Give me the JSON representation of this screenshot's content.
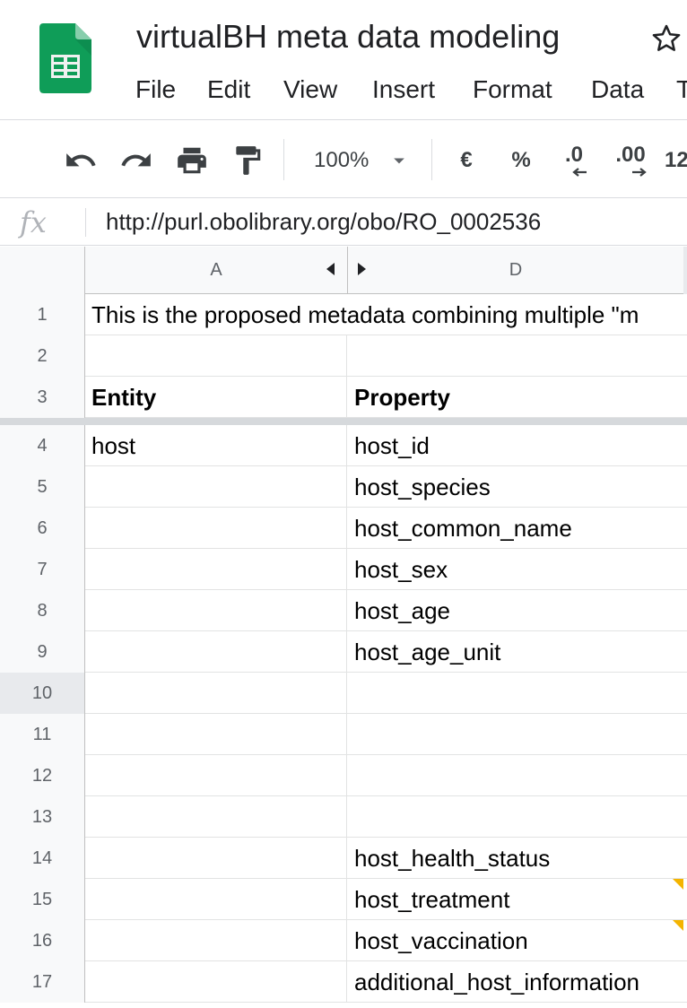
{
  "document": {
    "title": "virtualBH meta data modeling"
  },
  "menu": {
    "items": [
      "File",
      "Edit",
      "View",
      "Insert",
      "Format",
      "Data",
      "T"
    ]
  },
  "toolbar": {
    "zoom": "100%",
    "currency": "€",
    "percent": "%",
    "decrease_decimals": ".0",
    "increase_decimals": ".00",
    "more_formats": "12"
  },
  "formula_bar": {
    "icon": "fx",
    "value": "http://purl.obolibrary.org/obo/RO_0002536"
  },
  "grid": {
    "columns": [
      "A",
      "D"
    ],
    "rows": [
      {
        "num": "1",
        "merged": "This is the proposed metadata combining multiple \"m"
      },
      {
        "num": "2",
        "a": "",
        "d": ""
      },
      {
        "num": "3",
        "a": "Entity",
        "d": "Property"
      },
      {
        "num": "4",
        "a": "host",
        "d": "host_id"
      },
      {
        "num": "5",
        "a": "",
        "d": "host_species"
      },
      {
        "num": "6",
        "a": "",
        "d": "host_common_name"
      },
      {
        "num": "7",
        "a": "",
        "d": "host_sex"
      },
      {
        "num": "8",
        "a": "",
        "d": "host_age"
      },
      {
        "num": "9",
        "a": "",
        "d": "host_age_unit"
      },
      {
        "num": "10",
        "a": "",
        "d": ""
      },
      {
        "num": "11",
        "a": "",
        "d": ""
      },
      {
        "num": "12",
        "a": "",
        "d": ""
      },
      {
        "num": "13",
        "a": "",
        "d": ""
      },
      {
        "num": "14",
        "a": "",
        "d": "host_health_status"
      },
      {
        "num": "15",
        "a": "",
        "d": "host_treatment"
      },
      {
        "num": "16",
        "a": "",
        "d": "host_vaccination"
      },
      {
        "num": "17",
        "a": "",
        "d": "additional_host_information"
      }
    ]
  },
  "colors": {
    "sheets_green": "#0f9d58",
    "note_flag": "#f4b400",
    "header_bg": "#f8f9fa"
  }
}
